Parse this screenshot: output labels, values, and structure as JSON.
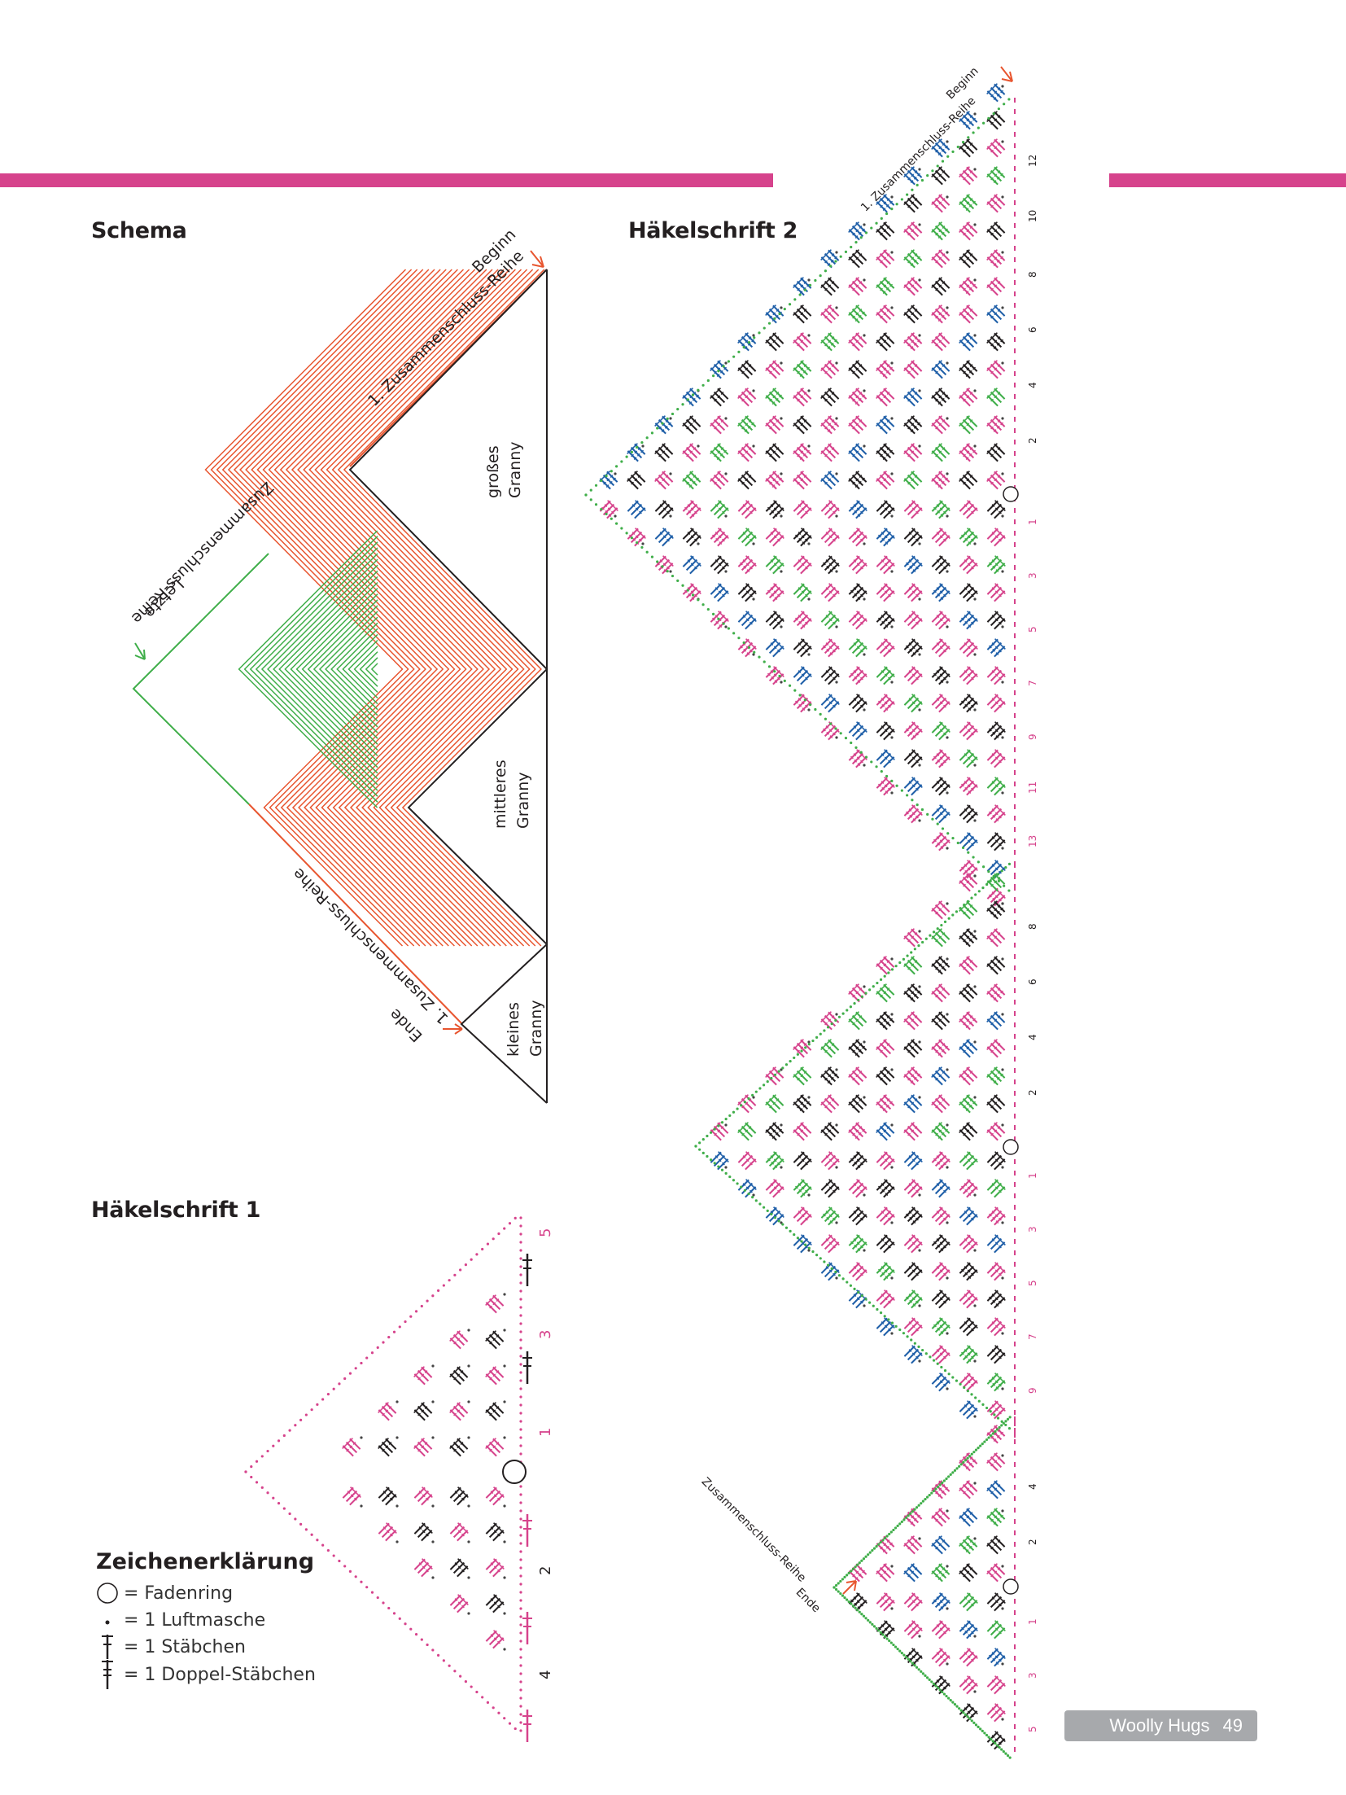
{
  "headings": {
    "schema": "Schema",
    "chart1": "Häkelschrift 1",
    "chart2": "Häkelschrift 2",
    "legend": "Zeichenerklärung"
  },
  "schema": {
    "start_label": "Beginn",
    "first_row_label": "1. Zusammenschluss-Reihe",
    "last_word": "Letzte",
    "last_row_label": "Zusammenschluss-Reihe",
    "end_word": "Ende",
    "end_row_label": "1. Zusammenschluss-Reihe",
    "big": [
      "großes",
      "Granny"
    ],
    "mid": [
      "mittleres",
      "Granny"
    ],
    "small": [
      "kleines",
      "Granny"
    ]
  },
  "chart1": {
    "row_numbers": [
      "5",
      "3",
      "1",
      "2",
      "4"
    ]
  },
  "chart2": {
    "start_label": "Beginn",
    "first_row_label": "1. Zusammenschluss-Reihe",
    "end_word": "Ende",
    "end_row_label": "Zusammenschluss-Reihe",
    "big_upper_numbers": [
      "12",
      "10",
      "8",
      "6",
      "4",
      "2"
    ],
    "big_lower_numbers": [
      "1",
      "3",
      "5",
      "7",
      "9",
      "11",
      "13"
    ],
    "mid_upper_numbers": [
      "8",
      "6",
      "4",
      "2"
    ],
    "mid_lower_numbers": [
      "1",
      "3",
      "5",
      "7",
      "9"
    ],
    "small_upper_numbers": [
      "4",
      "2"
    ],
    "small_lower_numbers": [
      "1",
      "3",
      "5"
    ]
  },
  "legend": {
    "items": [
      {
        "icon": "ring-icon",
        "label": "= Fadenring"
      },
      {
        "icon": "chain-stitch-icon",
        "label": "= 1 Luftmasche"
      },
      {
        "icon": "double-crochet-icon",
        "label": "= 1 Stäbchen"
      },
      {
        "icon": "treble-crochet-icon",
        "label": "= 1 Doppel-Stäbchen"
      }
    ]
  },
  "footer": {
    "title": "Woolly Hugs",
    "page": "49"
  },
  "colors": {
    "magenta": "#d6438c",
    "green": "#3fae49",
    "blue": "#1f5fa8",
    "black": "#231f20",
    "red": "#e8552f",
    "footer_gray": "#a7a9ac"
  }
}
